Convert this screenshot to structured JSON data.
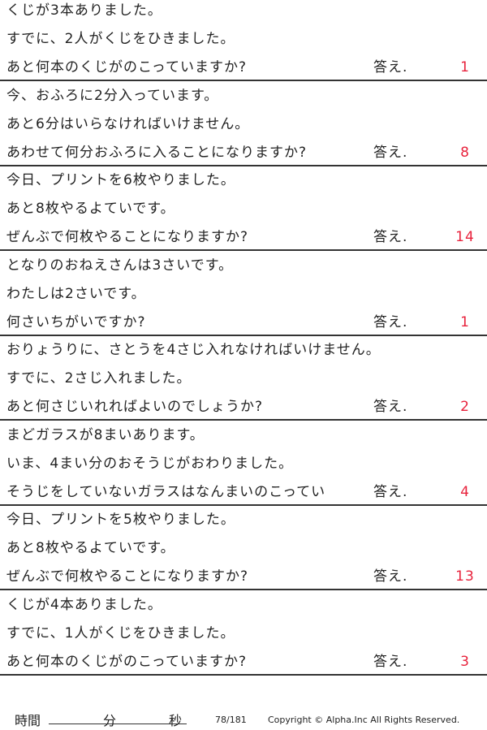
{
  "answer_label": "答え.",
  "problems": [
    {
      "line1": "くじが3本ありました。",
      "line2": "すでに、2人がくじをひきました。",
      "question": "あと何本のくじがのこっていますか?",
      "answer": "1"
    },
    {
      "line1": "今、おふろに2分入っています。",
      "line2": "あと6分はいらなければいけません。",
      "question": "あわせて何分おふろに入ることになりますか?",
      "answer": "8"
    },
    {
      "line1": "今日、プリントを6枚やりました。",
      "line2": "あと8枚やるよていです。",
      "question": "ぜんぶで何枚やることになりますか?",
      "answer": "14"
    },
    {
      "line1": "となりのおねえさんは3さいです。",
      "line2": "わたしは2さいです。",
      "question": "何さいちがいですか?",
      "answer": "1"
    },
    {
      "line1": "おりょうりに、さとうを4さじ入れなければいけません。",
      "line2": "すでに、2さじ入れました。",
      "question": "あと何さじいれればよいのでしょうか?",
      "answer": "2"
    },
    {
      "line1": "まどガラスが8まいあります。",
      "line2": "いま、4まい分のおそうじがおわりました。",
      "question": "そうじをしていないガラスはなんまいのこってい",
      "answer": "4"
    },
    {
      "line1": "今日、プリントを5枚やりました。",
      "line2": "あと8枚やるよていです。",
      "question": "ぜんぶで何枚やることになりますか?",
      "answer": "13"
    },
    {
      "line1": "くじが4本ありました。",
      "line2": "すでに、1人がくじをひきました。",
      "question": "あと何本のくじがのこっていますか?",
      "answer": "3"
    }
  ],
  "footer": {
    "time_label": "時間",
    "minutes_label": "分",
    "seconds_label": "秒",
    "page_number": "78/181",
    "copyright": "Copyright © Alpha.Inc All Rights Reserved."
  },
  "colors": {
    "answer": "#e8223c",
    "rule": "#333333"
  }
}
